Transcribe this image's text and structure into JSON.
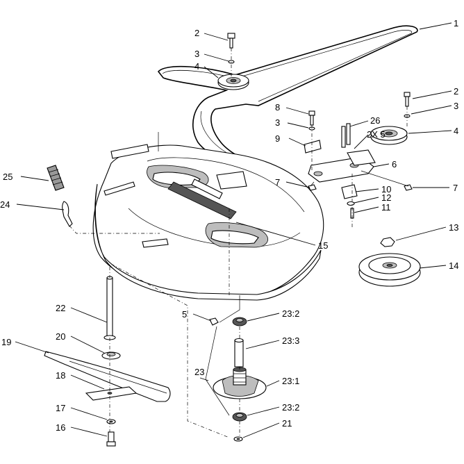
{
  "diagram": {
    "callouts": [
      {
        "id": "c1",
        "text": "1"
      },
      {
        "id": "c2a",
        "text": "2"
      },
      {
        "id": "c3a",
        "text": "3"
      },
      {
        "id": "c4a",
        "text": "4"
      },
      {
        "id": "c2b",
        "text": "2"
      },
      {
        "id": "c3b",
        "text": "3"
      },
      {
        "id": "c4b",
        "text": "4"
      },
      {
        "id": "c8",
        "text": "8"
      },
      {
        "id": "c26",
        "text": "26"
      },
      {
        "id": "c3c",
        "text": "3"
      },
      {
        "id": "c2x5",
        "text": "2X 5"
      },
      {
        "id": "c9",
        "text": "9"
      },
      {
        "id": "c6",
        "text": "6"
      },
      {
        "id": "c25",
        "text": "25"
      },
      {
        "id": "c7a",
        "text": "7"
      },
      {
        "id": "c10",
        "text": "10"
      },
      {
        "id": "c7b",
        "text": "7"
      },
      {
        "id": "c12",
        "text": "12"
      },
      {
        "id": "c11",
        "text": "11"
      },
      {
        "id": "c24",
        "text": "24"
      },
      {
        "id": "c13",
        "text": "13"
      },
      {
        "id": "c15",
        "text": "15"
      },
      {
        "id": "c14",
        "text": "14"
      },
      {
        "id": "c5",
        "text": "5"
      },
      {
        "id": "c23_2a",
        "text": "23:2"
      },
      {
        "id": "c22",
        "text": "22"
      },
      {
        "id": "c23_3",
        "text": "23:3"
      },
      {
        "id": "c20",
        "text": "20"
      },
      {
        "id": "c19",
        "text": "19"
      },
      {
        "id": "c23",
        "text": "23"
      },
      {
        "id": "c18",
        "text": "18"
      },
      {
        "id": "c23_1",
        "text": "23:1"
      },
      {
        "id": "c17",
        "text": "17"
      },
      {
        "id": "c23_2b",
        "text": "23:2"
      },
      {
        "id": "c16",
        "text": "16"
      },
      {
        "id": "c21",
        "text": "21"
      }
    ]
  }
}
